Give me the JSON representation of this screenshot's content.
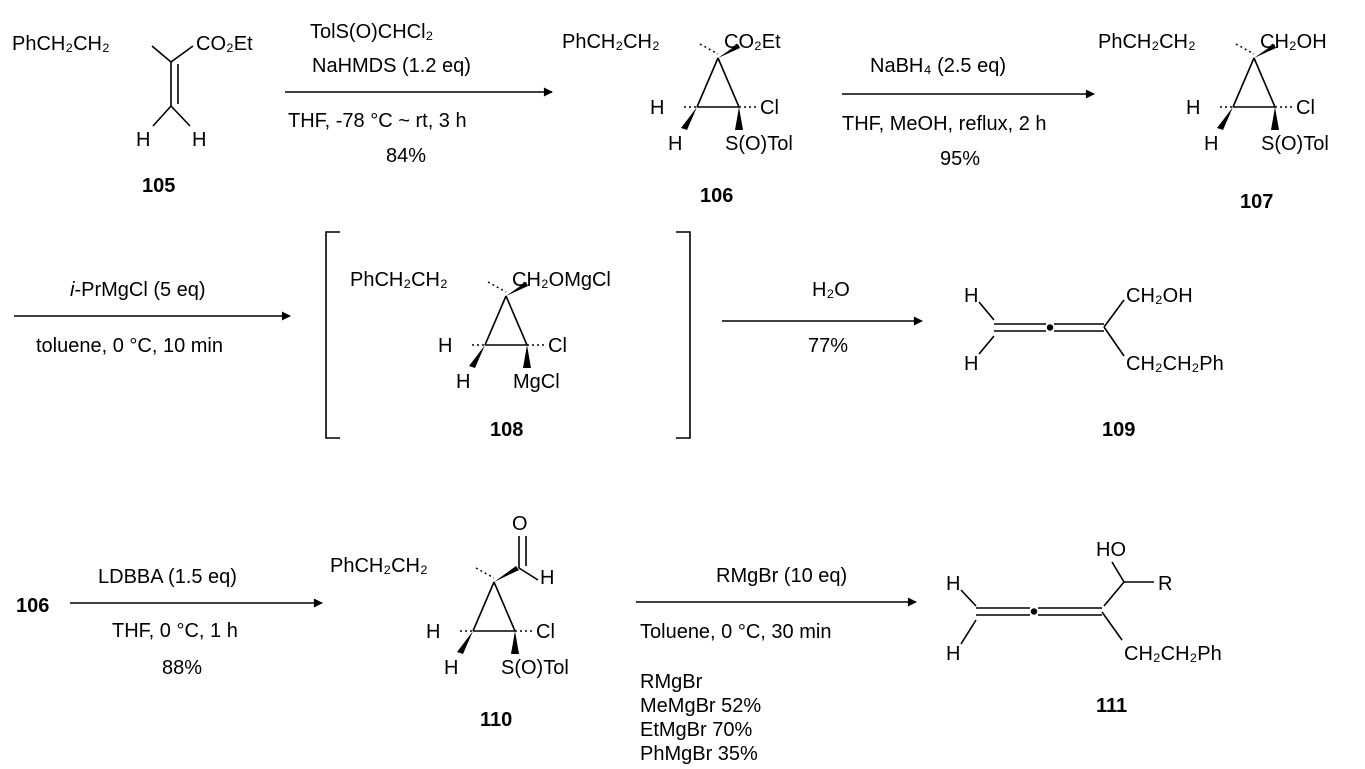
{
  "compounds": {
    "c105": {
      "number": "105",
      "substituent": "PhCH₂CH₂",
      "ester": "CO₂Et",
      "h_left": "H",
      "h_right": "H"
    },
    "c106": {
      "number": "106",
      "substituent": "PhCH₂CH₂",
      "ester": "CO₂Et",
      "h_top": "H",
      "cl": "Cl",
      "h_bottom": "H",
      "sulfinyl": "S(O)Tol"
    },
    "c107": {
      "number": "107",
      "substituent": "PhCH₂CH₂",
      "alcohol": "CH₂OH",
      "h_top": "H",
      "cl": "Cl",
      "h_bottom": "H",
      "sulfinyl": "S(O)Tol"
    },
    "c108": {
      "number": "108",
      "substituent": "PhCH₂CH₂",
      "alkoxide": "CH₂OMgCl",
      "h_top": "H",
      "cl": "Cl",
      "h_bottom": "H",
      "mg": "MgCl"
    },
    "c109": {
      "number": "109",
      "h_top": "H",
      "h_bottom": "H",
      "alcohol": "CH₂OH",
      "substituent": "CH₂CH₂Ph"
    },
    "c110": {
      "number": "110",
      "substituent": "PhCH₂CH₂",
      "oxygen": "O",
      "h_ald": "H",
      "h_top": "H",
      "cl": "Cl",
      "h_bottom": "H",
      "sulfinyl": "S(O)Tol"
    },
    "c111": {
      "number": "111",
      "h_top": "H",
      "h_bottom": "H",
      "ho": "HO",
      "r": "R",
      "substituent": "CH₂CH₂Ph"
    },
    "c106_ref": {
      "number": "106"
    }
  },
  "conditions": {
    "step1": {
      "above1": "TolS(O)CHCl₂",
      "above2": "NaHMDS (1.2 eq)",
      "below1": "THF, -78 °C ~ rt, 3 h",
      "below2": "84%"
    },
    "step2": {
      "above1": "NaBH₄ (2.5 eq)",
      "below1": "THF, MeOH, reflux, 2 h",
      "below2": "95%"
    },
    "step3": {
      "above_italic": "i",
      "above_rest": "-PrMgCl (5 eq)",
      "below1": "toluene, 0 °C, 10 min"
    },
    "step4": {
      "above1": "H₂O",
      "below1": "77%"
    },
    "step5": {
      "above1": "LDBBA (1.5 eq)",
      "below1": "THF, 0 °C, 1 h",
      "below2": "88%"
    },
    "step6": {
      "above1": "RMgBr (10 eq)",
      "below1": "Toluene, 0 °C, 30 min"
    }
  },
  "yields_table": {
    "header": "RMgBr",
    "rows": [
      "MeMgBr  52%",
      "EtMgBr  70%",
      "PhMgBr  35%"
    ]
  }
}
